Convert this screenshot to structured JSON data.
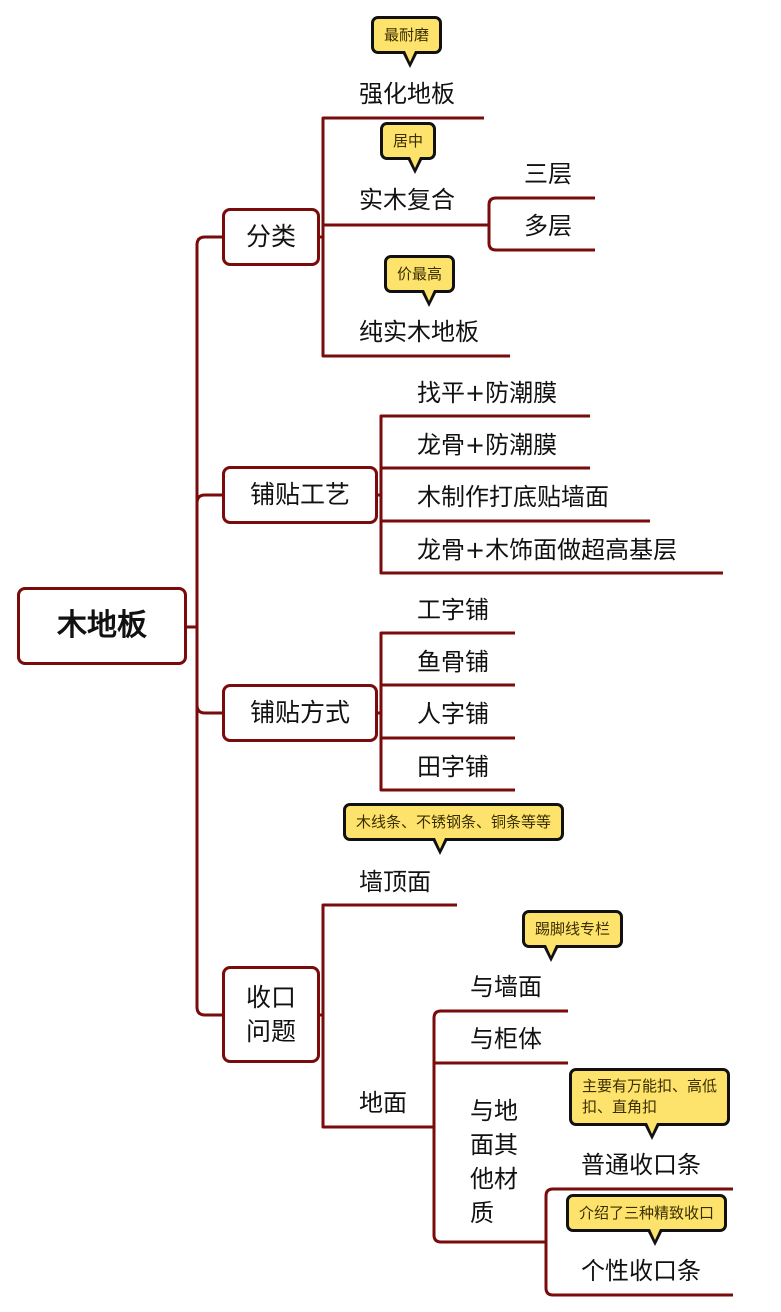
{
  "colors": {
    "branch_line": "#7a0b0b",
    "callout_fill": "#fde36b",
    "callout_border": "#111111"
  },
  "root": {
    "label": "木地板"
  },
  "branches": [
    {
      "label": "分类",
      "children": [
        {
          "label": "强化地板",
          "note": "最耐磨"
        },
        {
          "label": "实木复合",
          "note": "居中",
          "children": [
            {
              "label": "三层"
            },
            {
              "label": "多层"
            }
          ]
        },
        {
          "label": "纯实木地板",
          "note": "价最高"
        }
      ]
    },
    {
      "label": "铺贴工艺",
      "children": [
        {
          "label": "找平+防潮膜"
        },
        {
          "label": "龙骨+防潮膜"
        },
        {
          "label": "木制作打底贴墙面"
        },
        {
          "label": "龙骨+木饰面做超高基层"
        }
      ]
    },
    {
      "label": "铺贴方式",
      "children": [
        {
          "label": "工字铺"
        },
        {
          "label": "鱼骨铺"
        },
        {
          "label": "人字铺"
        },
        {
          "label": "田字铺"
        }
      ]
    },
    {
      "label": "收口问题",
      "children": [
        {
          "label": "墙顶面",
          "note": "木线条、不锈钢条、铜条等等"
        },
        {
          "label": "地面",
          "children": [
            {
              "label": "与墙面",
              "note": "踢脚线专栏"
            },
            {
              "label": "与柜体"
            },
            {
              "label": "与地面其他材质",
              "children": [
                {
                  "label": "普通收口条",
                  "note": "主要有万能扣、高低扣、直角扣"
                },
                {
                  "label": "个性收口条",
                  "note": "介绍了三种精致收口"
                }
              ]
            }
          ]
        }
      ]
    }
  ]
}
